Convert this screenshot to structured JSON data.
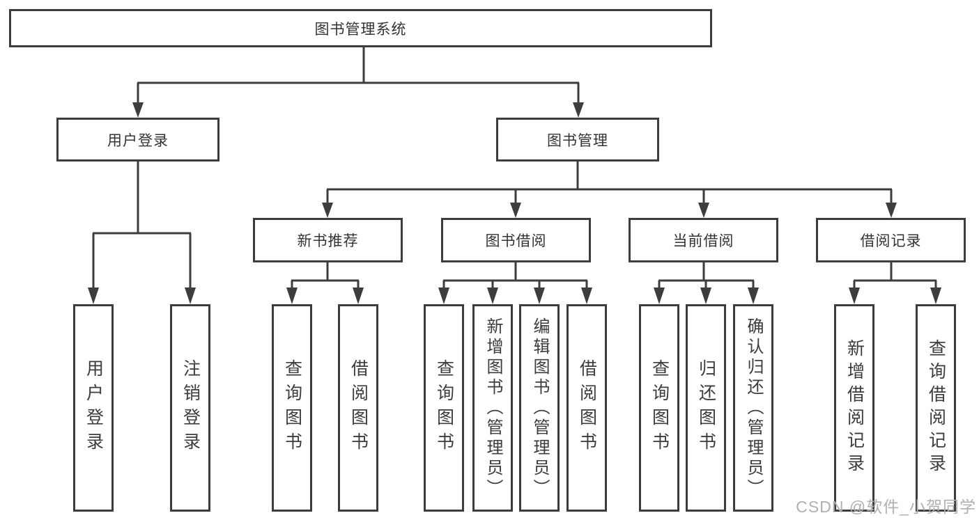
{
  "colors": {
    "line": "#3d3d3d",
    "text": "#333333",
    "watermark": "#b0b0b0",
    "background": "#ffffff"
  },
  "watermark": "CSDN @软件_小贺同学",
  "tree": {
    "root": {
      "label": "图书管理系统"
    },
    "branches": [
      {
        "label": "用户登录",
        "children": [
          {
            "label": "用户登录"
          },
          {
            "label": "注销登录"
          }
        ]
      },
      {
        "label": "图书管理",
        "children": [
          {
            "label": "新书推荐",
            "children": [
              {
                "label": "查询图书"
              },
              {
                "label": "借阅图书"
              }
            ]
          },
          {
            "label": "图书借阅",
            "children": [
              {
                "label": "查询图书"
              },
              {
                "label": "新增图书（管理员）"
              },
              {
                "label": "编辑图书（管理员）"
              },
              {
                "label": "借阅图书"
              }
            ]
          },
          {
            "label": "当前借阅",
            "children": [
              {
                "label": "查询图书"
              },
              {
                "label": "归还图书"
              },
              {
                "label": "确认归还（管理员）"
              }
            ]
          },
          {
            "label": "借阅记录",
            "children": [
              {
                "label": "新增借阅记录"
              },
              {
                "label": "查询借阅记录"
              }
            ]
          }
        ]
      }
    ]
  }
}
